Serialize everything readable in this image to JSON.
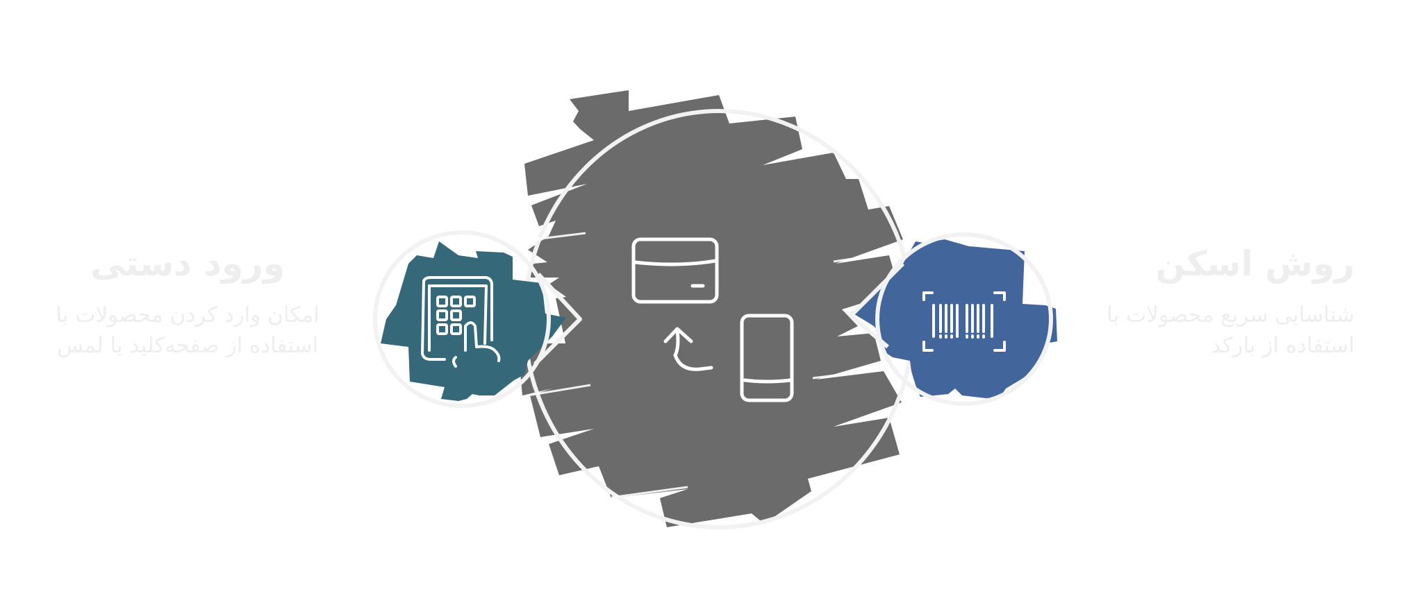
{
  "colors": {
    "background": "#ffffff",
    "center_fill": "#6b6b6b",
    "left_fill": "#356878",
    "right_fill": "#42659b",
    "outline": "#f2f2f2",
    "text": "#eeeeee"
  },
  "center": {
    "icon": "card-and-phone-transfer-icon"
  },
  "left": {
    "icon": "keypad-touch-icon",
    "title": "ورود دستی",
    "description": "امکان وارد کردن محصولات با استفاده از صفحه‌کلید یا لمس"
  },
  "right": {
    "icon": "barcode-scan-icon",
    "title": "روش اسکن",
    "description": "شناسایی سریع محصولات با استفاده از بارکد"
  }
}
